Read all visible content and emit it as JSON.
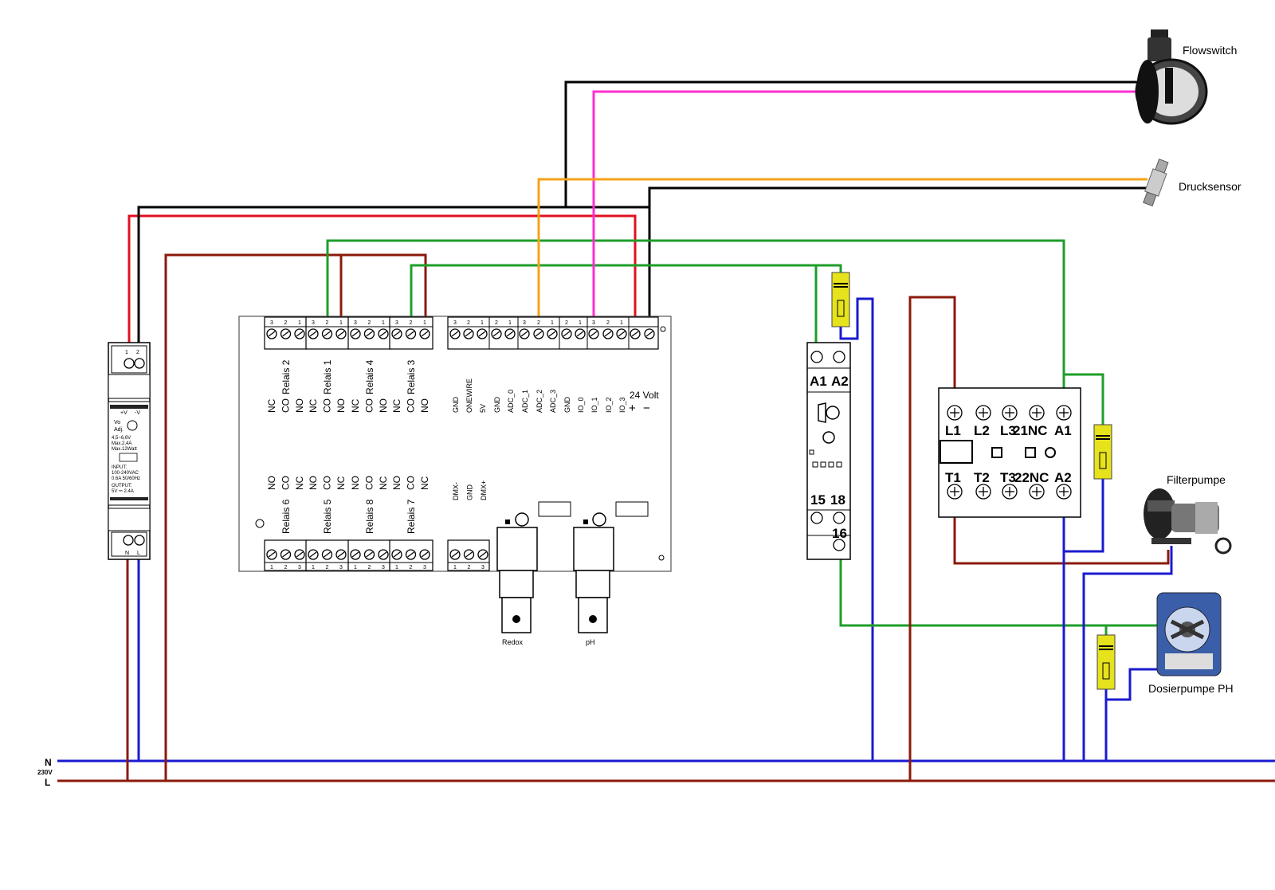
{
  "colors": {
    "black": "#000000",
    "red": "#e01020",
    "brown": "#8b1a0c",
    "green": "#1e9e2a",
    "orange": "#f5a21a",
    "magenta": "#ff2ed0",
    "blue": "#1a1ad0",
    "capacitor": "#e6e21c"
  },
  "mains": {
    "n": "N",
    "voltage": "230V",
    "l": "L"
  },
  "devices": {
    "flowswitch": "Flowswitch",
    "drucksensor": "Drucksensor",
    "filterpumpe": "Filterpumpe",
    "dosierpumpe": "Dosierpumpe PH"
  },
  "psu": {
    "top_terminals": [
      "1",
      "2"
    ],
    "label_plus": "+V",
    "label_minus": "-V",
    "vo": "Vo",
    "adj": "Adj.",
    "specs": [
      "4,5~6,6V",
      "Max.2,4A",
      "Max.12Watt"
    ],
    "input_title": "INPUT:",
    "input": [
      "100-240VAC",
      "0.6A  50/60Hz"
    ],
    "output_title": "OUTPUT:",
    "output": "5V  ⎓  2.4A",
    "bottom": [
      "N",
      "L"
    ]
  },
  "board": {
    "relays_top": [
      {
        "name": "Relais 2",
        "pins": [
          "NC",
          "CO",
          "NO"
        ],
        "nums": [
          "3",
          "2",
          "1"
        ]
      },
      {
        "name": "Relais 1",
        "pins": [
          "NC",
          "CO",
          "NO"
        ],
        "nums": [
          "3",
          "2",
          "1"
        ]
      },
      {
        "name": "Relais 4",
        "pins": [
          "NC",
          "CO",
          "NO"
        ],
        "nums": [
          "3",
          "2",
          "1"
        ]
      },
      {
        "name": "Relais 3",
        "pins": [
          "NC",
          "CO",
          "NO"
        ],
        "nums": [
          "3",
          "2",
          "1"
        ]
      }
    ],
    "relays_bottom": [
      {
        "name": "Relais 6",
        "pins": [
          "NO",
          "CO",
          "NC"
        ],
        "nums": [
          "1",
          "2",
          "3"
        ]
      },
      {
        "name": "Relais 5",
        "pins": [
          "NO",
          "CO",
          "NC"
        ],
        "nums": [
          "1",
          "2",
          "3"
        ]
      },
      {
        "name": "Relais 8",
        "pins": [
          "NO",
          "CO",
          "NC"
        ],
        "nums": [
          "1",
          "2",
          "3"
        ]
      },
      {
        "name": "Relais 7",
        "pins": [
          "NO",
          "CO",
          "NC"
        ],
        "nums": [
          "1",
          "2",
          "3"
        ]
      }
    ],
    "io_pins": [
      "GND",
      "ONEWIRE",
      "5V",
      "GND",
      "ADC_0",
      "ADC_1",
      "ADC_2",
      "ADC_3",
      "GND",
      "IO_0",
      "IO_1",
      "IO_2",
      "IO_3"
    ],
    "io_nums": [
      "3",
      "2",
      "1",
      "2",
      "1",
      "3",
      "2",
      "1",
      "2",
      "1",
      "3",
      "2",
      "1"
    ],
    "power_label": "24 Volt",
    "power_pins": [
      "+",
      "−"
    ],
    "dmx_pins": [
      "DMX-",
      "GND",
      "DMX+"
    ],
    "dmx_nums": [
      "1",
      "2",
      "3"
    ],
    "probe_redox": "Redox",
    "probe_ph": "pH"
  },
  "relay_module": {
    "top": [
      "A1",
      "A2"
    ],
    "mid": [
      "15",
      "18"
    ],
    "bottom": "16"
  },
  "contactor": {
    "top": [
      "L1",
      "L2",
      "L3",
      "21NC",
      "A1"
    ],
    "bottom": [
      "T1",
      "T2",
      "T3",
      "22NC",
      "A2"
    ]
  }
}
